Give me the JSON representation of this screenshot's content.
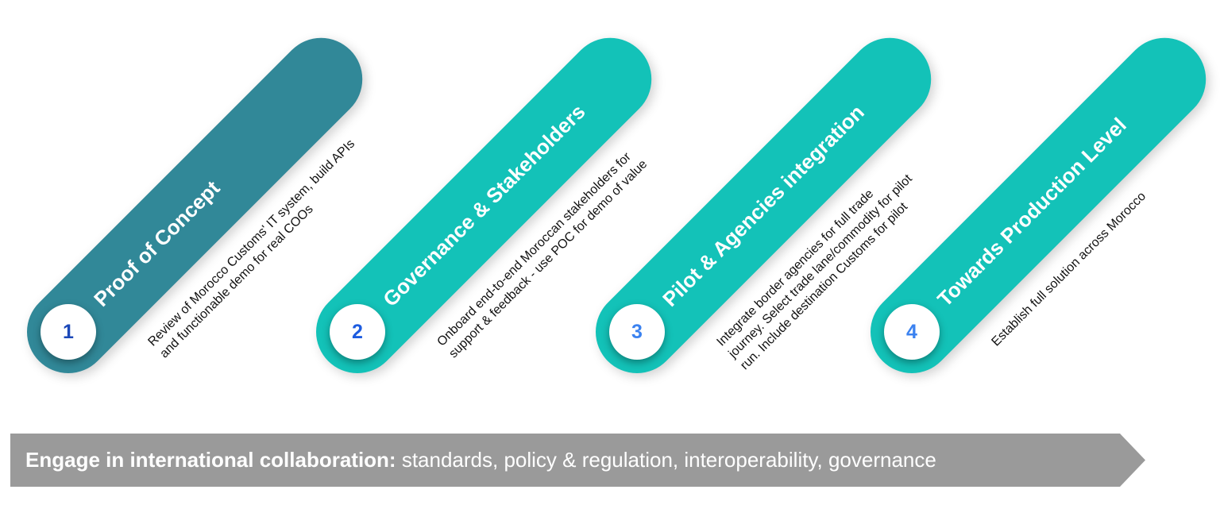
{
  "steps": [
    {
      "number": "1",
      "title": "Proof of Concept",
      "description": "Review of Morocco Customs' IT system, build APIs and functionable demo for real COOs",
      "color": "#318898",
      "number_color": "#1b48b8"
    },
    {
      "number": "2",
      "title": "Governance & Stakeholders",
      "description": "Onboard end-to-end Moroccan stakeholders for support & feedback - use POC for demo of value",
      "color": "#13c2b8",
      "number_color": "#1d5ce0"
    },
    {
      "number": "3",
      "title": "Pilot & Agencies integration",
      "description": "Integrate border agencies for full trade journey. Select trade lane/commodity for pilot run. Include destination Customs for pilot",
      "color": "#13c2b8",
      "number_color": "#3b82f0"
    },
    {
      "number": "4",
      "title": "Towards Production Level",
      "description": "Establish full solution across Morocco",
      "color": "#13c2b8",
      "number_color": "#3b82f0"
    }
  ],
  "banner": {
    "bold": "Engage in international collaboration:",
    "text": " standards, policy & regulation, interoperability, governance",
    "color": "#9a9a9a"
  }
}
